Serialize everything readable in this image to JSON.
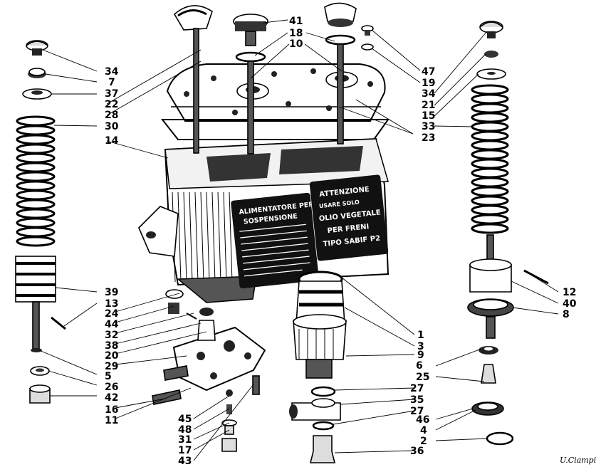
{
  "plate_left": {
    "lines": [
      "ALIMENTATORE PER",
      "SOSPENSIONE"
    ]
  },
  "plate_right": {
    "lines": [
      "ATTENZIONE",
      "USARE      SOLO",
      "OLIO VEGETALE",
      "PER FRENI",
      "TIPO SABIF P2"
    ]
  },
  "signature": "U.Ciampi.",
  "callouts": [
    {
      "id": "41",
      "text": "41"
    },
    {
      "id": "18",
      "text": "18"
    },
    {
      "id": "10",
      "text": "10"
    },
    {
      "id": "47",
      "text": "47"
    },
    {
      "id": "19",
      "text": "19"
    },
    {
      "id": "34a",
      "text": "34"
    },
    {
      "id": "7",
      "text": "7"
    },
    {
      "id": "37",
      "text": "37"
    },
    {
      "id": "22",
      "text": "22"
    },
    {
      "id": "28",
      "text": "28"
    },
    {
      "id": "30",
      "text": "30"
    },
    {
      "id": "14",
      "text": "14"
    },
    {
      "id": "34b",
      "text": "34"
    },
    {
      "id": "21",
      "text": "21"
    },
    {
      "id": "15",
      "text": "15"
    },
    {
      "id": "33",
      "text": "33"
    },
    {
      "id": "23",
      "text": "23"
    },
    {
      "id": "39",
      "text": "39"
    },
    {
      "id": "13",
      "text": "13"
    },
    {
      "id": "24",
      "text": "24"
    },
    {
      "id": "44",
      "text": "44"
    },
    {
      "id": "32",
      "text": "32"
    },
    {
      "id": "38",
      "text": "38"
    },
    {
      "id": "20",
      "text": "20"
    },
    {
      "id": "29",
      "text": "29"
    },
    {
      "id": "5",
      "text": "5"
    },
    {
      "id": "26",
      "text": "26"
    },
    {
      "id": "42",
      "text": "42"
    },
    {
      "id": "16",
      "text": "16"
    },
    {
      "id": "11",
      "text": "11"
    },
    {
      "id": "45",
      "text": "45"
    },
    {
      "id": "48",
      "text": "48"
    },
    {
      "id": "31",
      "text": "31"
    },
    {
      "id": "17",
      "text": "17"
    },
    {
      "id": "43",
      "text": "43"
    },
    {
      "id": "1",
      "text": "1"
    },
    {
      "id": "3",
      "text": "3"
    },
    {
      "id": "9",
      "text": "9"
    },
    {
      "id": "27a",
      "text": "27"
    },
    {
      "id": "35",
      "text": "35"
    },
    {
      "id": "27b",
      "text": "27"
    },
    {
      "id": "36",
      "text": "36"
    },
    {
      "id": "12",
      "text": "12"
    },
    {
      "id": "40",
      "text": "40"
    },
    {
      "id": "8",
      "text": "8"
    },
    {
      "id": "6",
      "text": "6"
    },
    {
      "id": "25",
      "text": "25"
    },
    {
      "id": "46",
      "text": "46"
    },
    {
      "id": "4",
      "text": "4"
    },
    {
      "id": "2",
      "text": "2"
    }
  ]
}
